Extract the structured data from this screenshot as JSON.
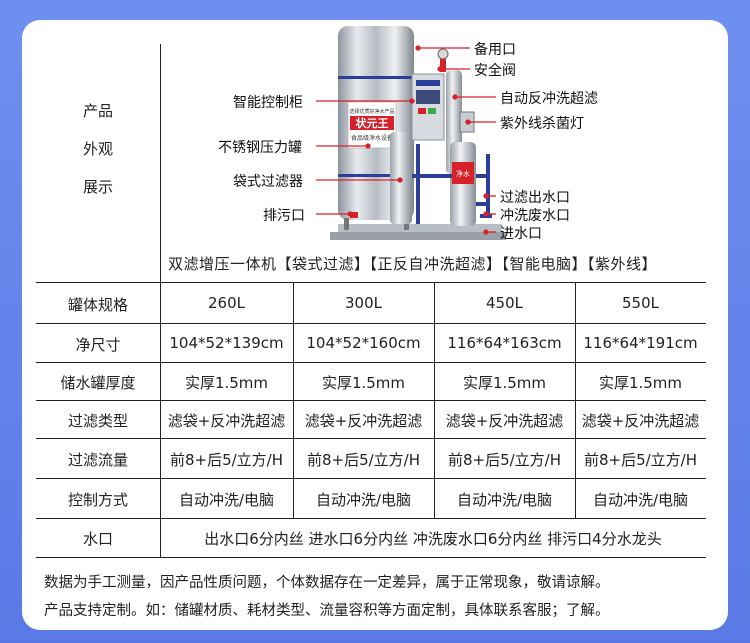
{
  "appearance": {
    "label_lines": [
      "产品",
      "外观",
      "展示"
    ],
    "product_name": "状元王",
    "product_subtitle": "食品级净水设备",
    "brand_small": "选择优质好净水产品",
    "side_label": "净水",
    "callouts_left": [
      "智能控制柜",
      "不锈钢压力罐",
      "袋式过滤器",
      "排污口"
    ],
    "callouts_right": [
      "备用口",
      "安全阀",
      "自动反冲洗超滤",
      "紫外线杀菌灯",
      "过滤出水口",
      "冲洗废水口",
      "进水口"
    ],
    "feature_line": "双滤增压一体机【袋式过滤】【正反自冲洗超滤】【智能电脑】【紫外线】"
  },
  "spec_table": {
    "rows": [
      {
        "label": "罐体规格",
        "values": [
          "260L",
          "300L",
          "450L",
          "550L"
        ]
      },
      {
        "label": "净尺寸",
        "values": [
          "104*52*139cm",
          "104*52*160cm",
          "116*64*163cm",
          "116*64*191cm"
        ]
      },
      {
        "label": "储水罐厚度",
        "values": [
          "实厚1.5mm",
          "实厚1.5mm",
          "实厚1.5mm",
          "实厚1.5mm"
        ]
      },
      {
        "label": "过滤类型",
        "values": [
          "滤袋+反冲洗超滤",
          "滤袋+反冲洗超滤",
          "滤袋+反冲洗超滤",
          "滤袋+反冲洗超滤"
        ]
      },
      {
        "label": "过滤流量",
        "values": [
          "前8+后5/立方/H",
          "前8+后5/立方/H",
          "前8+后5/立方/H",
          "前8+后5/立方/H"
        ]
      },
      {
        "label": "控制方式",
        "values": [
          "自动冲洗/电脑",
          "自动冲洗/电脑",
          "自动冲洗/电脑",
          "自动冲洗/电脑"
        ]
      }
    ],
    "water_port": {
      "label": "水口",
      "value": "出水口6分内丝  进水口6分内丝  冲洗废水口6分内丝  排污口4分水龙头"
    }
  },
  "notes": [
    "数据为手工测量，因产品性质问题，个体数据存在一定差异，属于正常现象，敬请谅解。",
    "产品支持定制。如：储罐材质、耗材类型、流量容积等方面定制，具体联系客服；了解。"
  ],
  "colors": {
    "background": "#5f7fea",
    "card": "#ffffff",
    "label_red": "#d8202a",
    "steel": "#c9ced4",
    "pipe_blue": "#2a3e9a"
  }
}
